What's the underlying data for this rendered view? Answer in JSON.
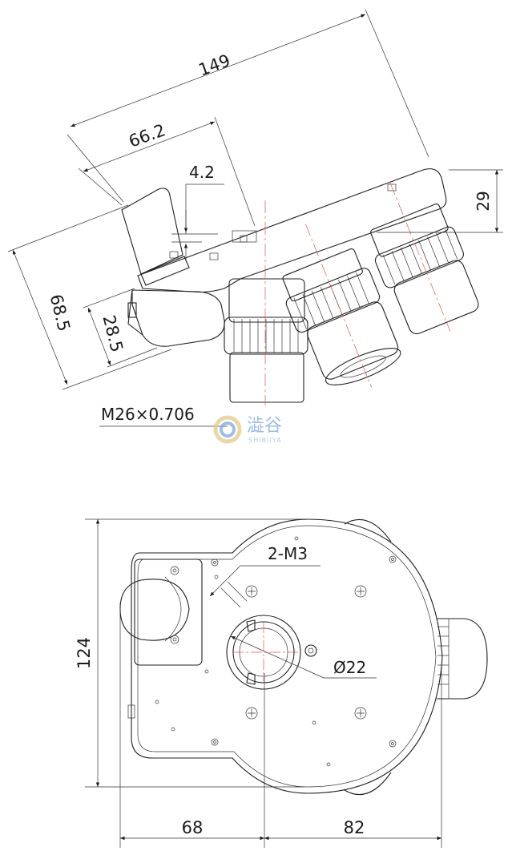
{
  "side_view": {
    "dimensions": {
      "overall_length": "149",
      "span": "66.2",
      "offset": "4.2",
      "right_height": "29",
      "left_height": "68.5",
      "inner_height": "28.5"
    },
    "thread_callout": "M26×0.706"
  },
  "watermark": {
    "brand_cn": "澁谷",
    "brand_en": "SHIBUYA"
  },
  "top_view": {
    "dimensions": {
      "height": "124",
      "left_width": "68",
      "right_width": "82"
    },
    "screw_callout": "2-M3",
    "bore_callout": "Ø22"
  },
  "colors": {
    "line": "#1f1f1f",
    "centerline": "#e2574c",
    "watermark_blue": "#7fa7d8",
    "watermark_gold": "#e4c98a"
  }
}
